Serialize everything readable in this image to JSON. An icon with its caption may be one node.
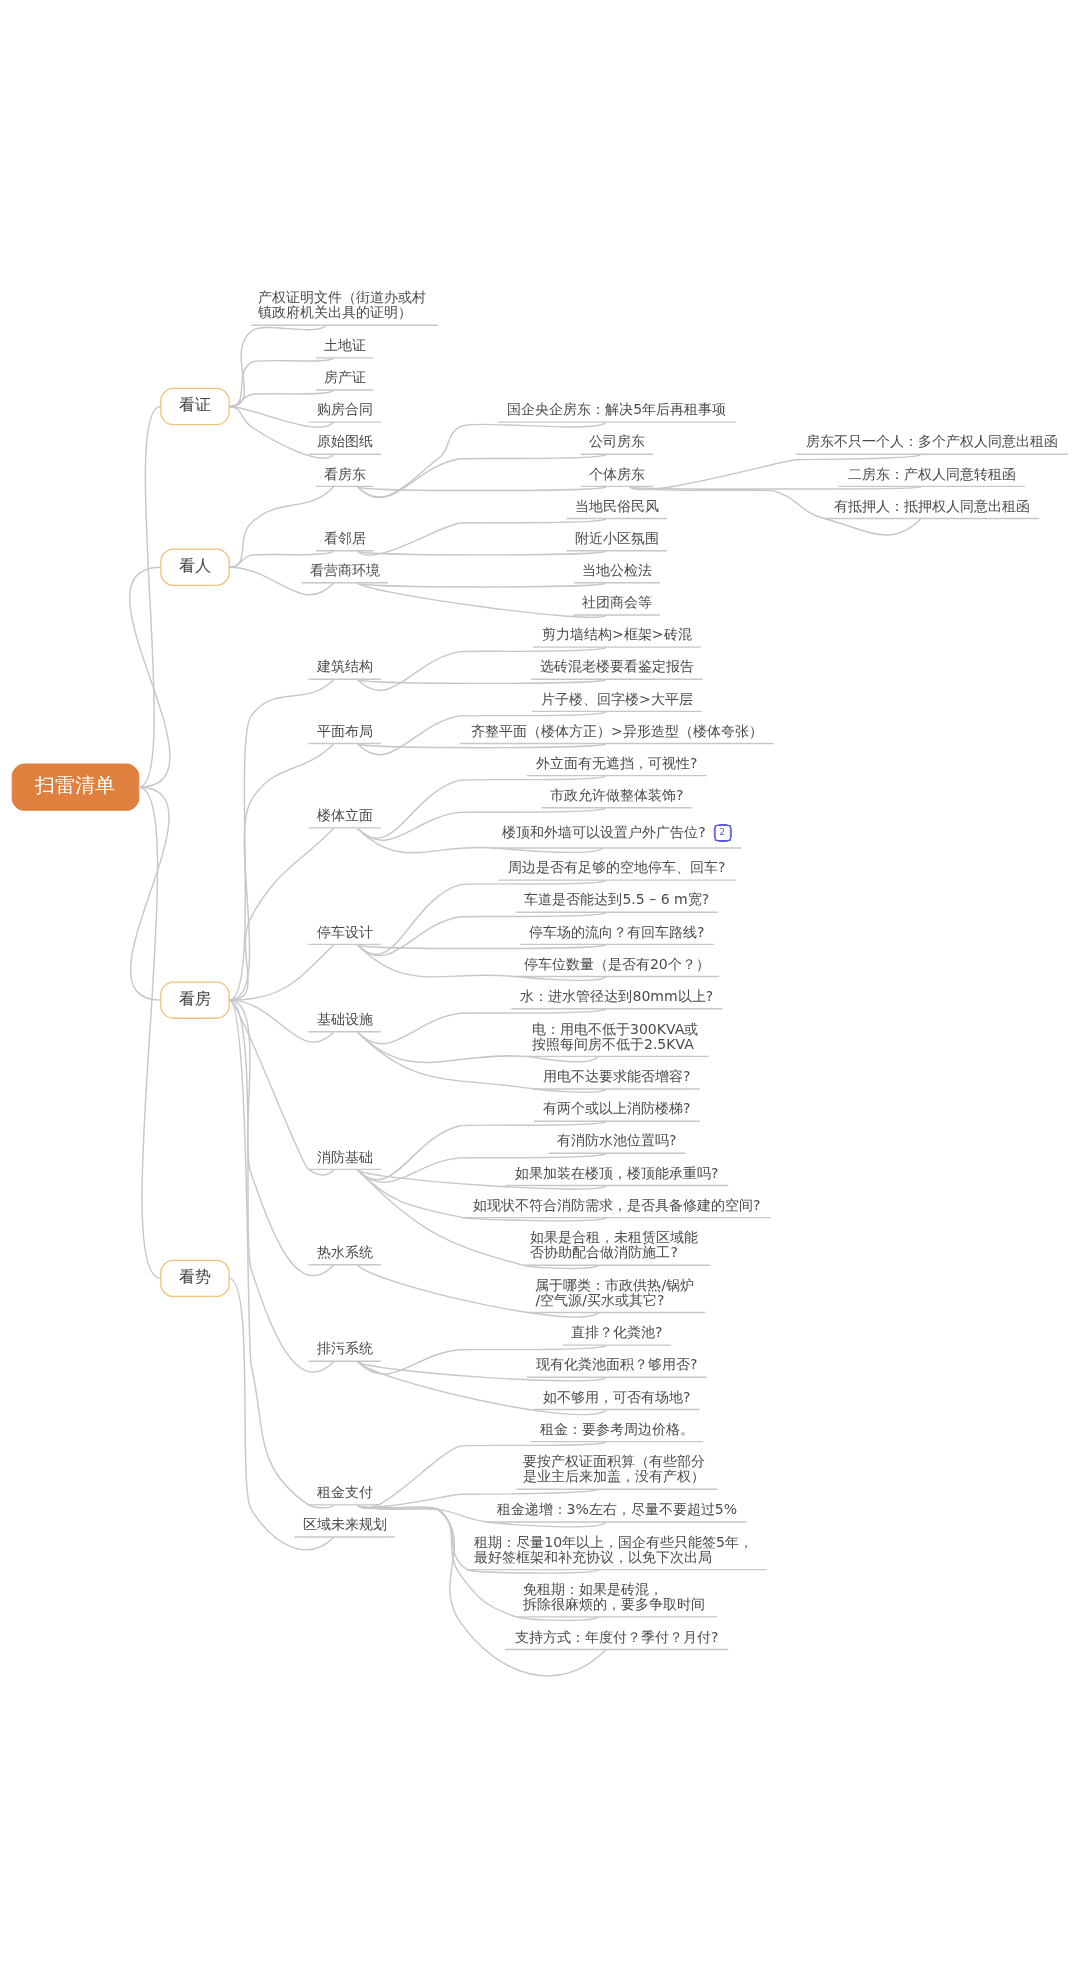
{
  "diagram": {
    "nodes": [
      {
        "text": [
          "扫雷清单"
        ]
      },
      {
        "text": [
          "看证"
        ]
      },
      {
        "text": [
          "产权证明文件（街道办或村镇政府机关出具的证明）"
        ]
      },
      {
        "text": [
          "土地证"
        ]
      },
      {
        "text": [
          "房产证"
        ]
      },
      {
        "text": [
          "购房合同"
        ]
      },
      {
        "text": [
          "原始图纸"
        ]
      },
      {
        "text": [
          "看人"
        ]
      },
      {
        "text": [
          "看房东"
        ]
      },
      {
        "text": [
          "国企央企房东：解决5年后再租事项"
        ]
      },
      {
        "text": [
          "公司房东"
        ]
      },
      {
        "text": [
          "个体房东"
        ]
      },
      {
        "text": [
          "房东不只一个人：多个产权人同意出租函"
        ]
      },
      {
        "text": [
          "二房东：产权人同意转租函"
        ]
      },
      {
        "text": [
          "有抵押人：抵押权人同意出租函"
        ]
      },
      {
        "text": [
          "看邻居"
        ]
      },
      {
        "text": [
          "当地民俗民风"
        ]
      },
      {
        "text": [
          "附近小区氛围"
        ]
      },
      {
        "text": [
          "看营商环境"
        ]
      },
      {
        "text": [
          "当地公检法"
        ]
      },
      {
        "text": [
          "社团商会等"
        ]
      },
      {
        "text": [
          "看房"
        ]
      },
      {
        "text": [
          "建筑结构"
        ]
      },
      {
        "text": [
          "剪力墙结构>框架>砖混"
        ]
      },
      {
        "text": [
          "选砖混老楼要看鉴定报告"
        ]
      },
      {
        "text": [
          "平面布局"
        ]
      },
      {
        "text": [
          "片子楼、回字楼>大平层"
        ]
      },
      {
        "text": [
          "齐整平面（楼体方正）>异形造型（楼体夸张）"
        ]
      },
      {
        "text": [
          "楼体立面"
        ]
      },
      {
        "text": [
          "外立面有无遮挡，可视性?"
        ]
      },
      {
        "text": [
          "市政允许做整体装饰?"
        ]
      },
      {
        "text": [
          "楼顶和外墙可以设置户外广告位?",
          "2"
        ]
      },
      {
        "text": [
          "停车设计"
        ]
      },
      {
        "text": [
          "周边是否有足够的空地停车、回车?"
        ]
      },
      {
        "text": [
          "车道是否能达到5.5 – 6 m宽?"
        ]
      },
      {
        "text": [
          "停车场的流向？有回车路线?"
        ]
      },
      {
        "text": [
          "停车位数量（是否有20个？）"
        ]
      },
      {
        "text": [
          "基础设施"
        ]
      },
      {
        "text": [
          "水：进水管径达到80mm以上?"
        ]
      },
      {
        "text": [
          "电：用电不低于300KVA或按照每间房不低于2.5KVA"
        ]
      },
      {
        "text": [
          "用电不达要求能否增容?"
        ]
      },
      {
        "text": [
          "消防基础"
        ]
      },
      {
        "text": [
          "有两个或以上消防楼梯?"
        ]
      },
      {
        "text": [
          "有消防水池位置吗?"
        ]
      },
      {
        "text": [
          "如果加装在楼顶，楼顶能承重吗?"
        ]
      },
      {
        "text": [
          "如现状不符合消防需求，是否具备修建的空间?"
        ]
      },
      {
        "text": [
          "如果是合租，未租赁区域能否协助配合做消防施工?"
        ]
      },
      {
        "text": [
          "热水系统"
        ]
      },
      {
        "text": [
          "属于哪类：市政供热/锅炉/空气源/买水或其它?"
        ]
      },
      {
        "text": [
          "排污系统"
        ]
      },
      {
        "text": [
          "直排？化粪池?"
        ]
      },
      {
        "text": [
          "现有化粪池面积？够用否?"
        ]
      },
      {
        "text": [
          "如不够用，可否有场地?"
        ]
      },
      {
        "text": [
          "租金支付"
        ]
      },
      {
        "text": [
          "租金：要参考周边价格。"
        ]
      },
      {
        "text": [
          "要按产权证面积算（有些部分是业主后来加盖，没有产权）"
        ]
      },
      {
        "text": [
          "租金递增：3%左右，尽量不要超过5%"
        ]
      },
      {
        "text": [
          "租期：尽量10年以上，国企有些只能签5年，最好签框架和补充协议，以免下次出局"
        ]
      },
      {
        "text": [
          "免租期：如果是砖混，拆除很麻烦的，要多争取时间"
        ]
      },
      {
        "text": [
          "支持方式：年度付？季付？月付?"
        ]
      },
      {
        "text": [
          "看势"
        ]
      },
      {
        "text": [
          "区域未来规划"
        ]
      }
    ],
    "edges": [
      {
        "from": 0,
        "to": 1,
        "arrow": "none"
      },
      {
        "from": 1,
        "to": 2,
        "arrow": "none"
      },
      {
        "from": 1,
        "to": 3,
        "arrow": "none"
      },
      {
        "from": 1,
        "to": 4,
        "arrow": "none"
      },
      {
        "from": 1,
        "to": 5,
        "arrow": "none"
      },
      {
        "from": 1,
        "to": 6,
        "arrow": "none"
      },
      {
        "from": 0,
        "to": 7,
        "arrow": "none"
      },
      {
        "from": 7,
        "to": 8,
        "arrow": "none"
      },
      {
        "from": 8,
        "to": 9,
        "arrow": "none"
      },
      {
        "from": 8,
        "to": 10,
        "arrow": "none"
      },
      {
        "from": 8,
        "to": 11,
        "arrow": "none"
      },
      {
        "from": 11,
        "to": 12,
        "arrow": "none"
      },
      {
        "from": 11,
        "to": 13,
        "arrow": "none"
      },
      {
        "from": 11,
        "to": 14,
        "arrow": "none"
      },
      {
        "from": 7,
        "to": 15,
        "arrow": "none"
      },
      {
        "from": 15,
        "to": 16,
        "arrow": "none"
      },
      {
        "from": 15,
        "to": 17,
        "arrow": "none"
      },
      {
        "from": 7,
        "to": 18,
        "arrow": "none"
      },
      {
        "from": 18,
        "to": 19,
        "arrow": "none"
      },
      {
        "from": 18,
        "to": 20,
        "arrow": "none"
      },
      {
        "from": 0,
        "to": 21,
        "arrow": "none"
      },
      {
        "from": 21,
        "to": 22,
        "arrow": "none"
      },
      {
        "from": 22,
        "to": 23,
        "arrow": "none"
      },
      {
        "from": 22,
        "to": 24,
        "arrow": "none"
      },
      {
        "from": 21,
        "to": 25,
        "arrow": "none"
      },
      {
        "from": 25,
        "to": 26,
        "arrow": "none"
      },
      {
        "from": 25,
        "to": 27,
        "arrow": "none"
      },
      {
        "from": 21,
        "to": 28,
        "arrow": "none"
      },
      {
        "from": 28,
        "to": 29,
        "arrow": "none"
      },
      {
        "from": 28,
        "to": 30,
        "arrow": "none"
      },
      {
        "from": 28,
        "to": 31,
        "arrow": "none"
      },
      {
        "from": 21,
        "to": 32,
        "arrow": "none"
      },
      {
        "from": 32,
        "to": 33,
        "arrow": "none"
      },
      {
        "from": 32,
        "to": 34,
        "arrow": "none"
      },
      {
        "from": 32,
        "to": 35,
        "arrow": "none"
      },
      {
        "from": 32,
        "to": 36,
        "arrow": "none"
      },
      {
        "from": 21,
        "to": 37,
        "arrow": "none"
      },
      {
        "from": 37,
        "to": 38,
        "arrow": "none"
      },
      {
        "from": 37,
        "to": 39,
        "arrow": "none"
      },
      {
        "from": 37,
        "to": 40,
        "arrow": "none"
      },
      {
        "from": 21,
        "to": 41,
        "arrow": "none"
      },
      {
        "from": 41,
        "to": 42,
        "arrow": "none"
      },
      {
        "from": 41,
        "to": 43,
        "arrow": "none"
      },
      {
        "from": 41,
        "to": 44,
        "arrow": "none"
      },
      {
        "from": 41,
        "to": 45,
        "arrow": "none"
      },
      {
        "from": 41,
        "to": 46,
        "arrow": "none"
      },
      {
        "from": 21,
        "to": 47,
        "arrow": "none"
      },
      {
        "from": 47,
        "to": 48,
        "arrow": "none"
      },
      {
        "from": 21,
        "to": 49,
        "arrow": "none"
      },
      {
        "from": 49,
        "to": 50,
        "arrow": "none"
      },
      {
        "from": 49,
        "to": 51,
        "arrow": "none"
      },
      {
        "from": 49,
        "to": 52,
        "arrow": "none"
      },
      {
        "from": 21,
        "to": 53,
        "arrow": "none"
      },
      {
        "from": 53,
        "to": 54,
        "arrow": "none"
      },
      {
        "from": 53,
        "to": 55,
        "arrow": "none"
      },
      {
        "from": 53,
        "to": 56,
        "arrow": "none"
      },
      {
        "from": 53,
        "to": 57,
        "arrow": "none"
      },
      {
        "from": 53,
        "to": 58,
        "arrow": "none"
      },
      {
        "from": 53,
        "to": 59,
        "arrow": "none"
      },
      {
        "from": 0,
        "to": 60,
        "arrow": "none"
      },
      {
        "from": 60,
        "to": 61,
        "arrow": "none"
      }
    ]
  }
}
